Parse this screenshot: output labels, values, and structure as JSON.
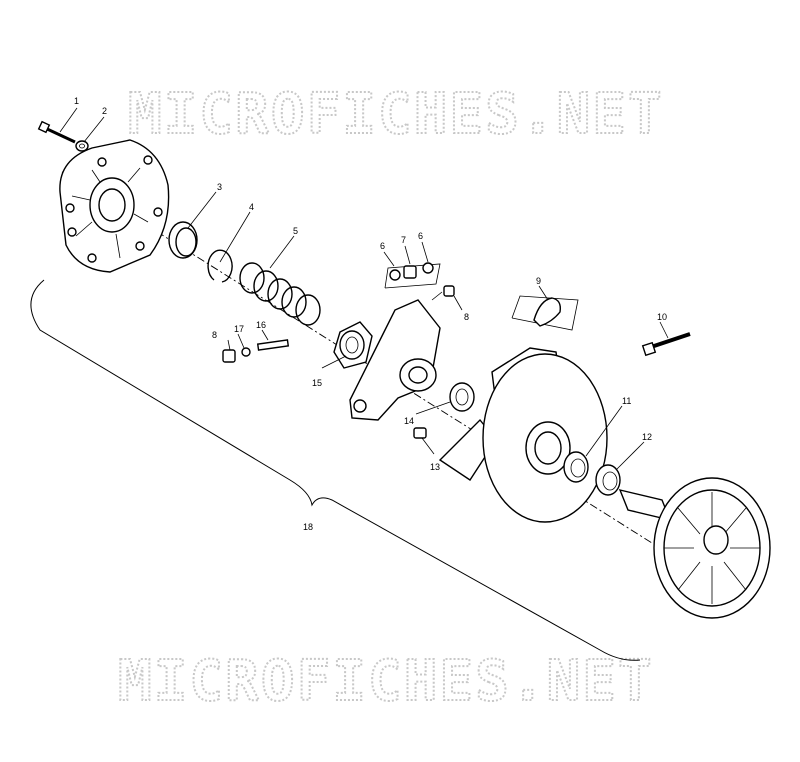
{
  "watermark": {
    "text": "MICROFICHES.NET"
  },
  "callouts": [
    "1",
    "2",
    "3",
    "4",
    "5",
    "6",
    "7",
    "6",
    "9",
    "8",
    "8",
    "17",
    "16",
    "10",
    "15",
    "14",
    "11",
    "12",
    "13",
    "18"
  ]
}
